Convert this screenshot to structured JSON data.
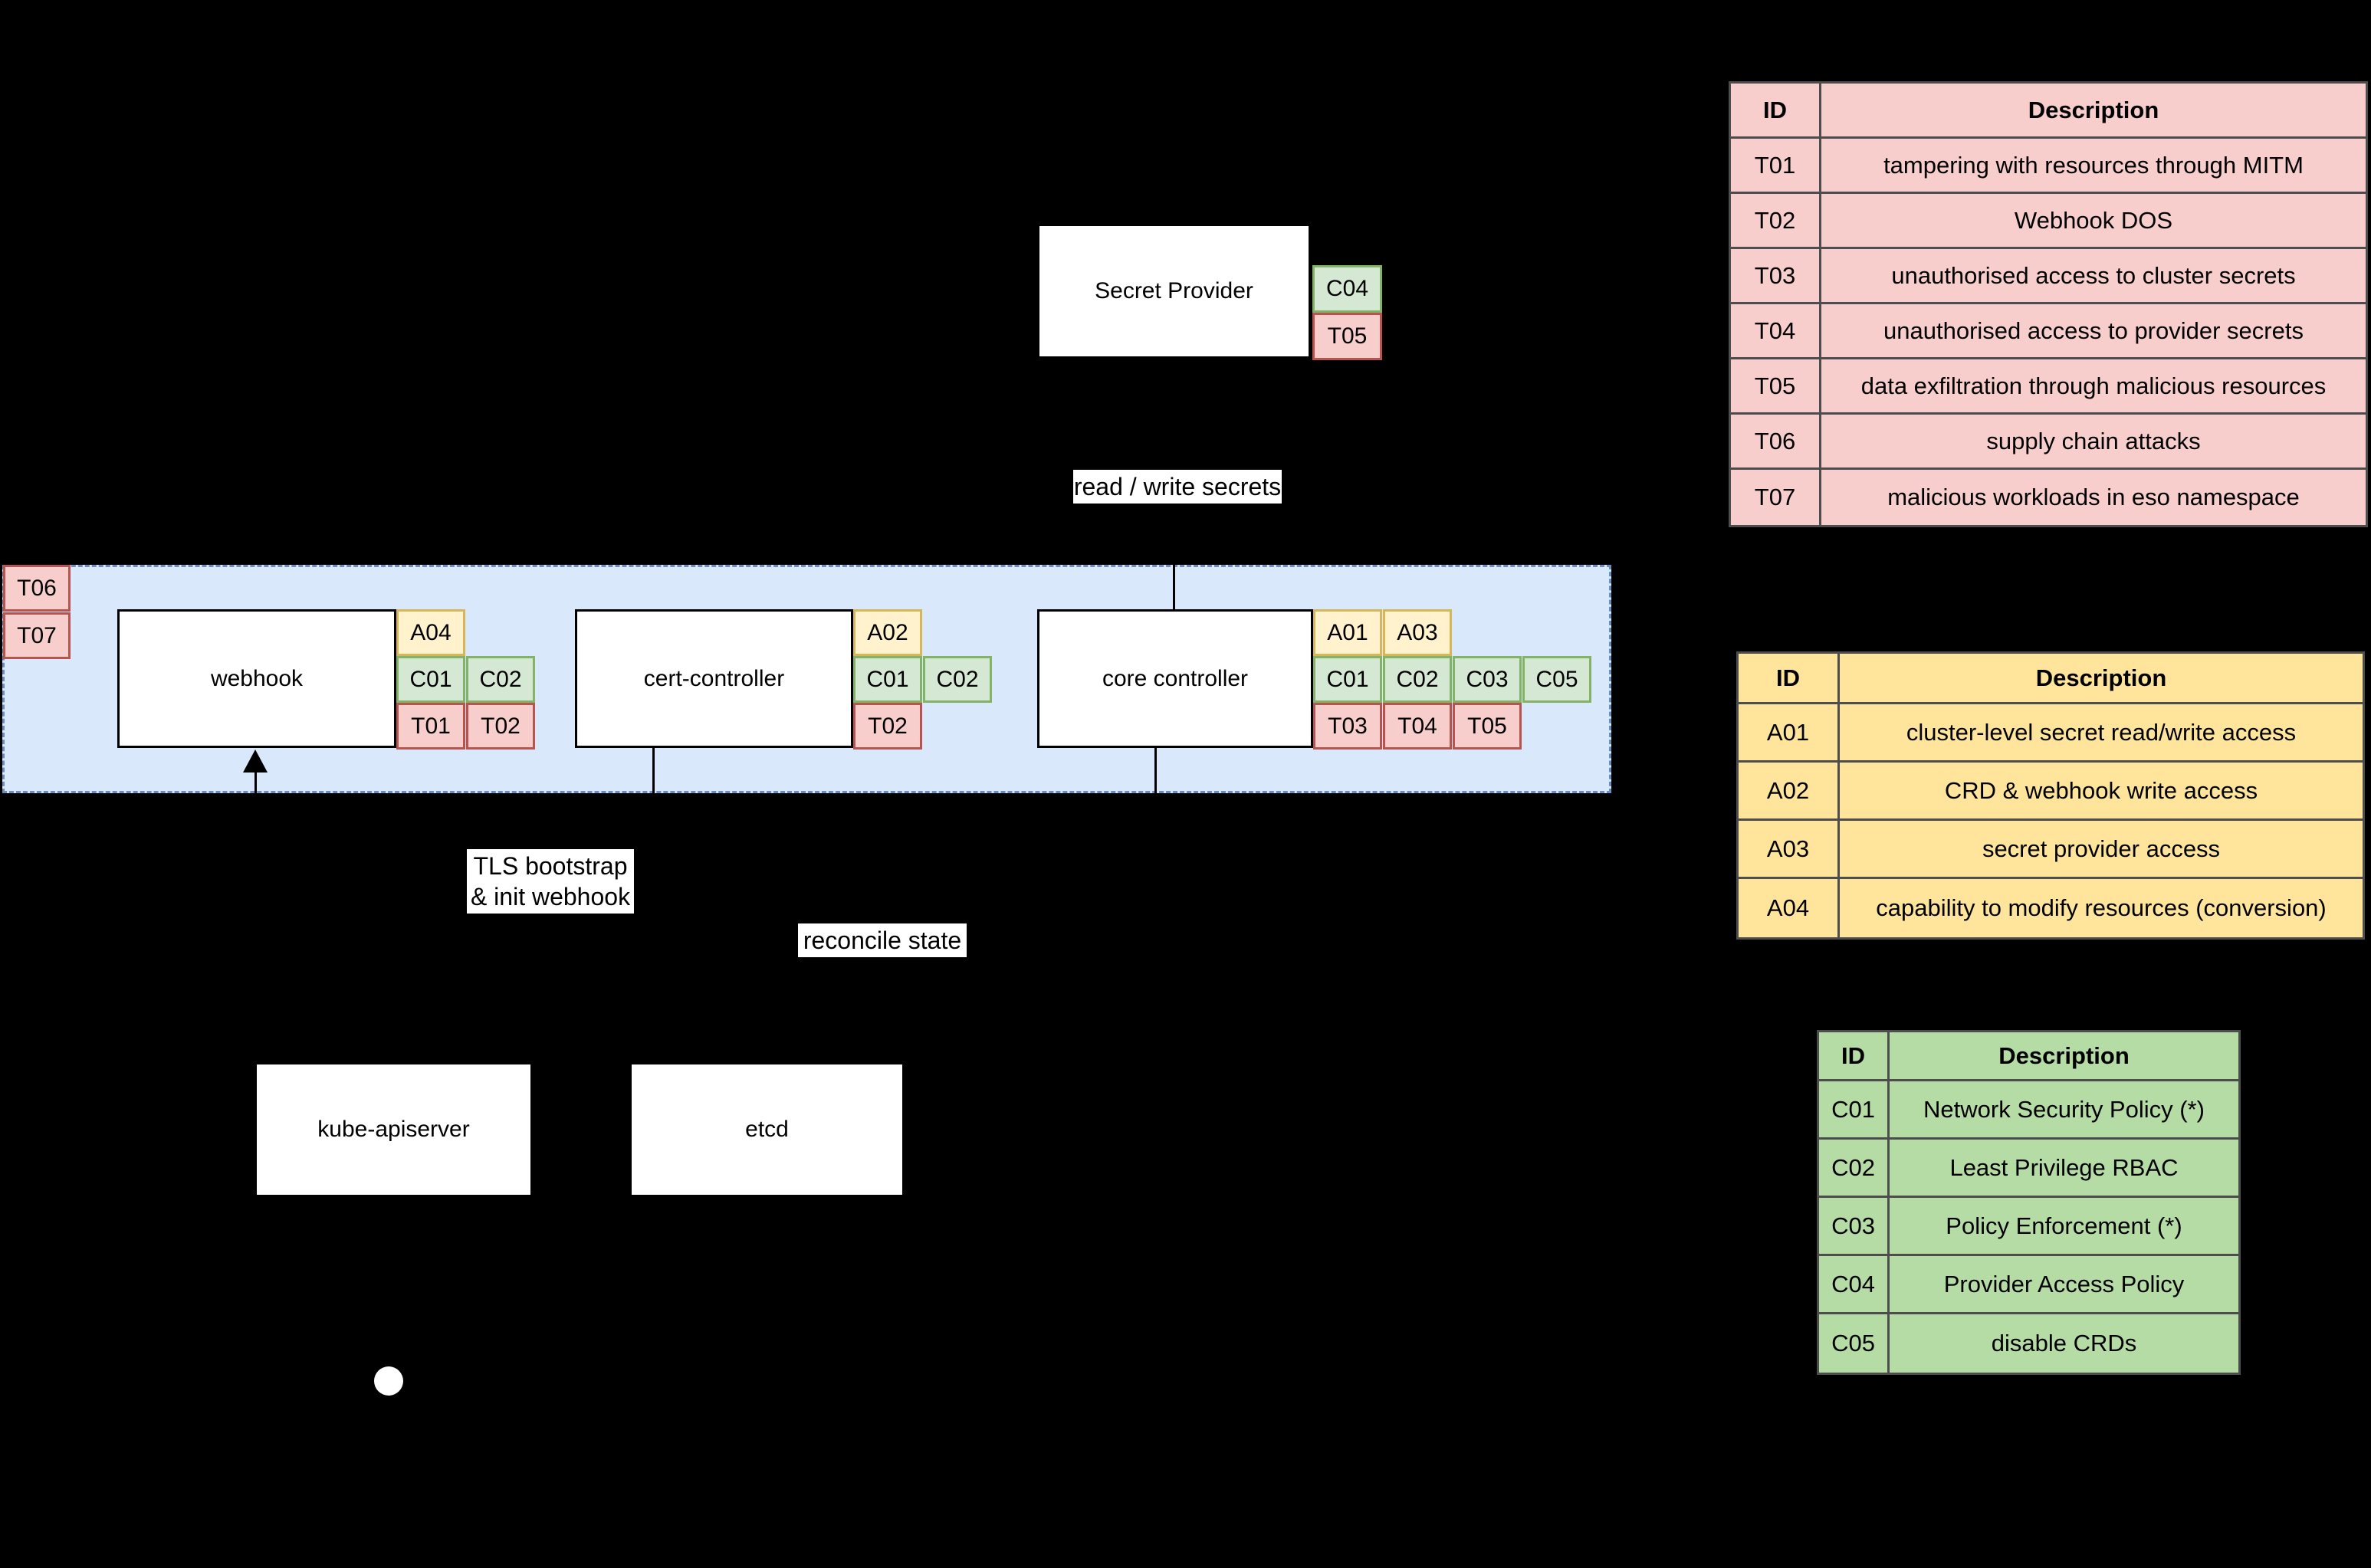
{
  "colors": {
    "background": "#000000",
    "node_fill": "#ffffff",
    "node_border": "#000000",
    "cluster_fill": "#dae8fc",
    "cluster_border": "#6c8ebf",
    "threat_fill": "#f8cecc",
    "threat_border": "#b85450",
    "control_fill": "#d5e8d4",
    "control_border": "#82b366",
    "access_fill": "#fff2cc",
    "access_border": "#d6b656",
    "table_border": "#4d4d4d",
    "threat_table_fill": "#f8cecc",
    "access_table_fill": "#ffe59b",
    "control_table_fill": "#b6dca6",
    "edge_color": "#000000",
    "label_bg": "#ffffff"
  },
  "nodes": {
    "secret_provider": {
      "label": "Secret Provider",
      "badge_rows": [
        [
          "C04"
        ],
        [
          "T05"
        ]
      ]
    },
    "webhook": {
      "label": "webhook",
      "badge_rows": [
        [
          "A04"
        ],
        [
          "C01",
          "C02"
        ],
        [
          "T01",
          "T02"
        ]
      ]
    },
    "cert_controller": {
      "label": "cert-controller",
      "badge_rows": [
        [
          "A02"
        ],
        [
          "C01",
          "C02"
        ],
        [
          "T02"
        ]
      ]
    },
    "core_controller": {
      "label": "core controller",
      "badge_rows": [
        [
          "A01",
          "A03"
        ],
        [
          "C01",
          "C02",
          "C03",
          "C05"
        ],
        [
          "T03",
          "T04",
          "T05"
        ]
      ]
    },
    "kube_apiserver": {
      "label": "kube-apiserver"
    },
    "etcd": {
      "label": "etcd"
    }
  },
  "cluster": {
    "badges": [
      "T06",
      "T07"
    ]
  },
  "edge_labels": {
    "read_write_secrets": "read / write secrets",
    "tls_bootstrap": [
      "TLS bootstrap",
      "& init webhook"
    ],
    "reconcile_state": "reconcile state"
  },
  "tables": {
    "threats": {
      "headers": [
        "ID",
        "Description"
      ],
      "rows": [
        [
          "T01",
          "tampering with resources through MITM"
        ],
        [
          "T02",
          "Webhook DOS"
        ],
        [
          "T03",
          "unauthorised access to cluster secrets"
        ],
        [
          "T04",
          "unauthorised access to provider secrets"
        ],
        [
          "T05",
          "data exfiltration through malicious resources"
        ],
        [
          "T06",
          "supply chain attacks"
        ],
        [
          "T07",
          "malicious workloads in eso namespace"
        ]
      ]
    },
    "access": {
      "headers": [
        "ID",
        "Description"
      ],
      "rows": [
        [
          "A01",
          "cluster-level secret read/write access"
        ],
        [
          "A02",
          "CRD & webhook write access"
        ],
        [
          "A03",
          "secret provider access"
        ],
        [
          "A04",
          "capability to modify resources (conversion)"
        ]
      ]
    },
    "controls": {
      "headers": [
        "ID",
        "Description"
      ],
      "rows": [
        [
          "C01",
          "Network Security Policy (*)"
        ],
        [
          "C02",
          "Least Privilege RBAC"
        ],
        [
          "C03",
          "Policy Enforcement (*)"
        ],
        [
          "C04",
          "Provider Access Policy"
        ],
        [
          "C05",
          "disable CRDs"
        ]
      ]
    }
  }
}
